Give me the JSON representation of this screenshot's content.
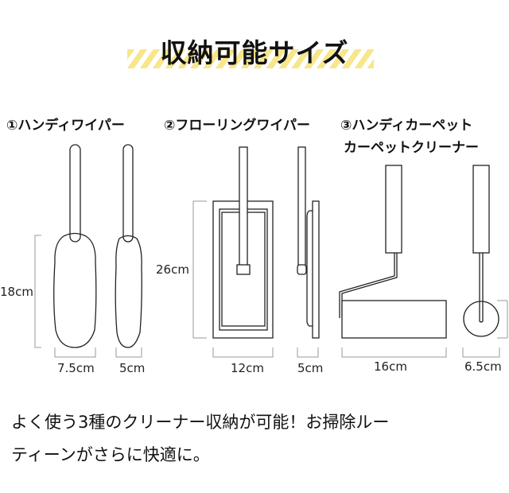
{
  "title": "収納可能サイズ",
  "items": [
    {
      "label": "①ハンディワイパー",
      "dims": {
        "height": "18cm",
        "width": "7.5cm",
        "depth": "5cm"
      }
    },
    {
      "label": "②フローリングワイパー",
      "dims": {
        "height": "26cm",
        "width": "12cm",
        "depth": "5cm"
      }
    },
    {
      "label": "③ハンディカーペット",
      "label2": "カーペットクリーナー",
      "dims": {
        "width": "16cm",
        "depth": "6.5cm"
      }
    }
  ],
  "description": [
    "よく使う3種のクリーナー収納が可能！お掃除ルー",
    "ティーンがさらに快適に。"
  ]
}
